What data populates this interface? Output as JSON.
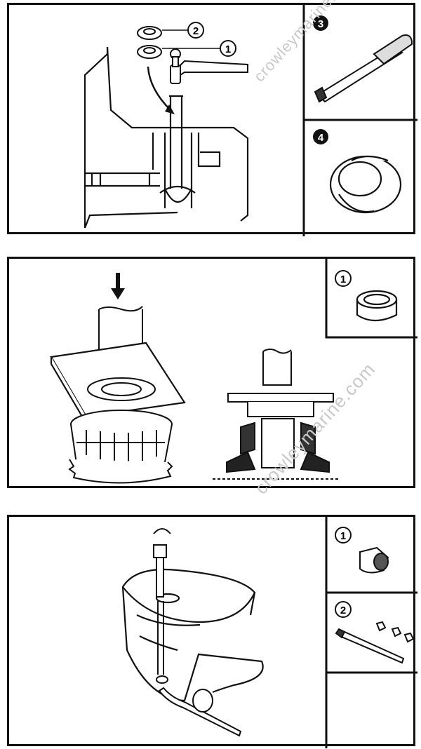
{
  "watermark": "crowleymarine.com",
  "panel1": {
    "main_callouts": [
      "2",
      "1"
    ],
    "inset_callouts": [
      "3",
      "4"
    ]
  },
  "panel2": {
    "inset_callouts": [
      "1"
    ]
  },
  "panel3": {
    "inset_callouts": [
      "1",
      "2"
    ]
  }
}
